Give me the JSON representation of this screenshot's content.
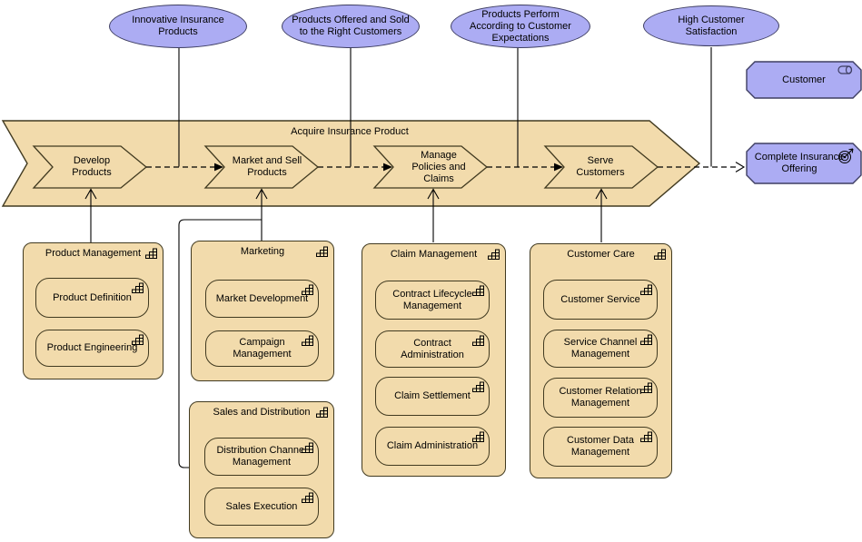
{
  "diagram": {
    "colors": {
      "business_fill": "#F2DBAC",
      "business_border": "#413A20",
      "motivation_fill": "#ACACF3",
      "motivation_border": "#3E3E62",
      "connector": "#000000"
    },
    "goals": [
      {
        "label": "Innovative Insurance Products"
      },
      {
        "label": "Products Offered and Sold to the Right Customers"
      },
      {
        "label": "Products Perform According to Customer Expectations"
      },
      {
        "label": "High Customer Satisfaction"
      }
    ],
    "customer_role": {
      "label": "Customer"
    },
    "value_proposition": {
      "label": "Complete Insurance Offering"
    },
    "value_stream": {
      "title": "Acquire Insurance Product",
      "stages": [
        {
          "label": "Develop Products"
        },
        {
          "label": "Market and Sell Products"
        },
        {
          "label": "Manage Policies and Claims"
        },
        {
          "label": "Serve Customers"
        }
      ]
    },
    "function_groups": [
      {
        "label": "Product Management",
        "children": [
          {
            "label": "Product Definition"
          },
          {
            "label": "Product Engineering"
          }
        ]
      },
      {
        "label": "Marketing",
        "children": [
          {
            "label": "Market Development"
          },
          {
            "label": "Campaign Management"
          }
        ]
      },
      {
        "label": "Sales and Distribution",
        "children": [
          {
            "label": "Distribution Channel Management"
          },
          {
            "label": "Sales Execution"
          }
        ]
      },
      {
        "label": "Claim Management",
        "children": [
          {
            "label": "Contract Lifecycle Management"
          },
          {
            "label": "Contract Administration"
          },
          {
            "label": "Claim Settlement"
          },
          {
            "label": "Claim Administration"
          }
        ]
      },
      {
        "label": "Customer Care",
        "children": [
          {
            "label": "Customer Service"
          },
          {
            "label": "Service Channel Management"
          },
          {
            "label": "Customer Relation Management"
          },
          {
            "label": "Customer Data Management"
          }
        ]
      }
    ]
  }
}
